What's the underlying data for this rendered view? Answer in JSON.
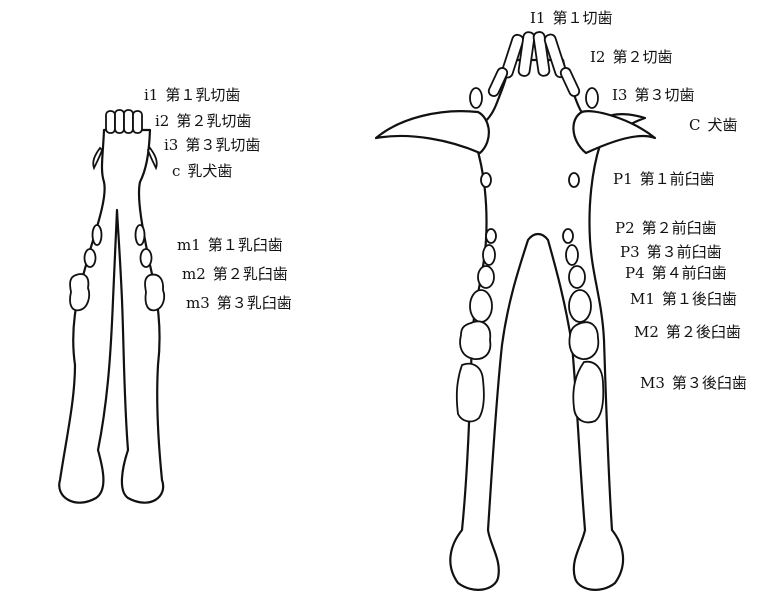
{
  "deciduous_labels": [
    {
      "id": "i1",
      "code": "i1",
      "name": "第１乳切歯"
    },
    {
      "id": "i2",
      "code": "i2",
      "name": "第２乳切歯"
    },
    {
      "id": "i3",
      "code": "i3",
      "name": "第３乳切歯"
    },
    {
      "id": "c",
      "code": "c",
      "name": "乳犬歯"
    },
    {
      "id": "m1",
      "code": "m1",
      "name": "第１乳臼歯"
    },
    {
      "id": "m2",
      "code": "m2",
      "name": "第２乳臼歯"
    },
    {
      "id": "m3",
      "code": "m3",
      "name": "第３乳臼歯"
    }
  ],
  "permanent_labels": [
    {
      "id": "I1",
      "code": "I1",
      "name": "第１切歯"
    },
    {
      "id": "I2",
      "code": "I2",
      "name": "第２切歯"
    },
    {
      "id": "I3",
      "code": "I3",
      "name": "第３切歯"
    },
    {
      "id": "C",
      "code": "C",
      "name": "犬歯"
    },
    {
      "id": "P1",
      "code": "P1",
      "name": "第１前臼歯"
    },
    {
      "id": "P2",
      "code": "P2",
      "name": "第２前臼歯"
    },
    {
      "id": "P3",
      "code": "P3",
      "name": "第３前臼歯"
    },
    {
      "id": "P4",
      "code": "P4",
      "name": "第４前臼歯"
    },
    {
      "id": "M1",
      "code": "M1",
      "name": "第１後臼歯"
    },
    {
      "id": "M2",
      "code": "M2",
      "name": "第２後臼歯"
    },
    {
      "id": "M3",
      "code": "M3",
      "name": "第３後臼歯"
    }
  ]
}
